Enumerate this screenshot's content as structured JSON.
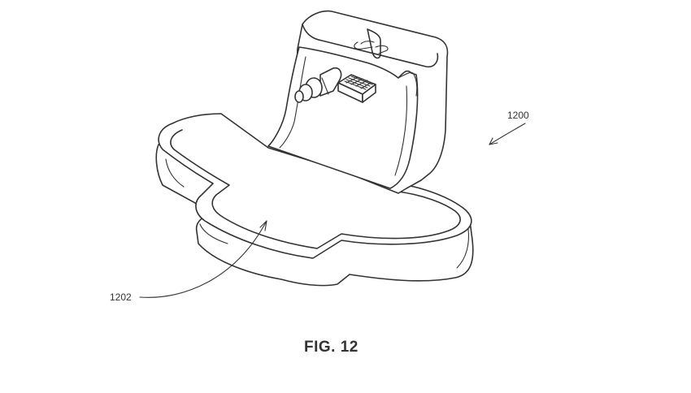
{
  "labels": {
    "device_ref": "1200",
    "tray_ref": "1202"
  },
  "caption": "FIG. 12",
  "colors": {
    "line": "#333333",
    "background": "#ffffff"
  },
  "icons": [
    "playstation-logo-icon",
    "usb-port-icon",
    "audio-jack-icon"
  ]
}
